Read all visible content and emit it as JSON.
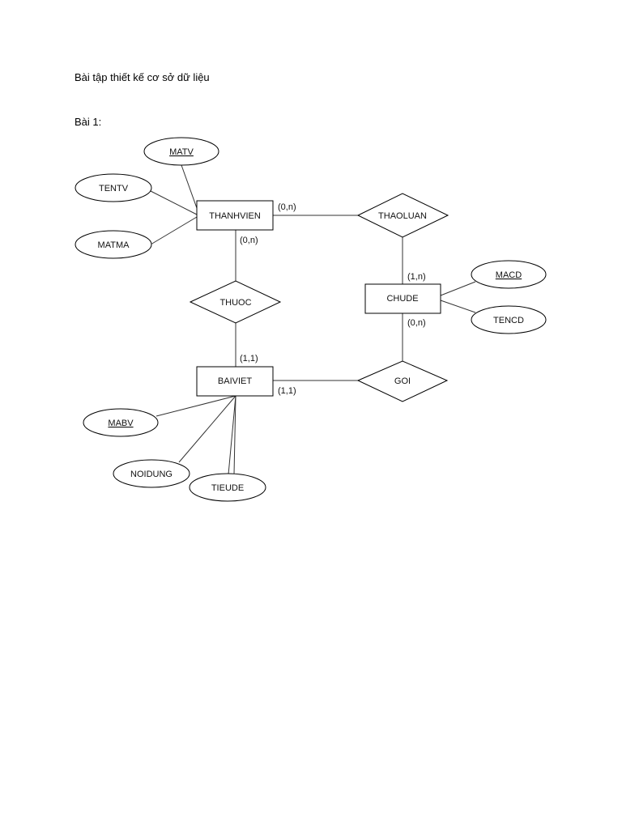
{
  "document": {
    "title": "Bài tập thiết kế cơ sở dữ liệu",
    "section": "Bài 1:"
  },
  "diagram": {
    "entities": {
      "thanhvien": "THANHVIEN",
      "chude": "CHUDE",
      "baiviet": "BAIVIET"
    },
    "relationships": {
      "thaoluan": "THAOLUAN",
      "thuoc": "THUOC",
      "goi": "GOI"
    },
    "attributes": {
      "matv": "MATV",
      "tentv": "TENTV",
      "matma": "MATMA",
      "macd": "MACD",
      "tencd": "TENCD",
      "mabv": "MABV",
      "noidung": "NOIDUNG",
      "tieude": "TIEUDE"
    },
    "cardinalities": {
      "thanhvien_thaoluan": "(0,n)",
      "thanhvien_thuoc": "(0,n)",
      "chude_thaoluan": "(1,n)",
      "chude_goi": "(0,n)",
      "baiviet_thuoc": "(1,1)",
      "baiviet_goi": "(1,1)"
    },
    "primary_keys": [
      "MATV",
      "MACD",
      "MABV"
    ]
  }
}
